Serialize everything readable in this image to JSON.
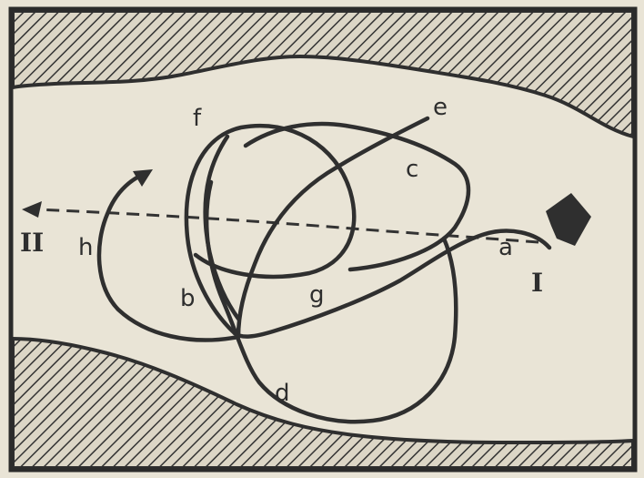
{
  "labels": {
    "a": "a",
    "b": "b",
    "c": "c",
    "d": "d",
    "e": "e",
    "f": "f",
    "g": "g",
    "h": "h",
    "start": "I",
    "end": "II"
  },
  "colors": {
    "paper": "#e9e4d6",
    "ink": "#2f2f2f",
    "bank_fill": "#d9d3c3"
  },
  "icons": {
    "start_marker": "boat-icon",
    "arrow": "arrowhead-icon"
  }
}
